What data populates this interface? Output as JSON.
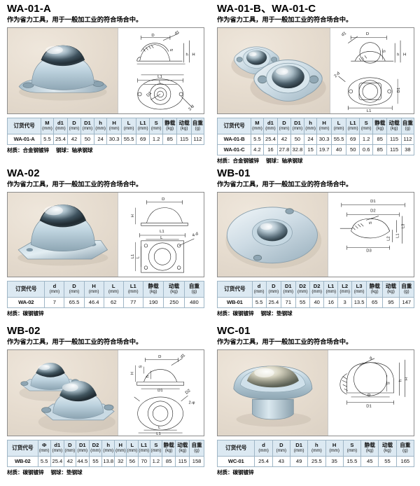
{
  "common": {
    "subtitle": "作为省力工具，用于一般加工业的符合场合中。",
    "order_code_header": "订货代号",
    "unit_mm": "(mm)",
    "unit_kg": "(kg)",
    "unit_g": "(g)",
    "static_load_header": "静载",
    "dynamic_load_header": "动载",
    "weight_header": "自重"
  },
  "sections": [
    {
      "id": "wa-01-a",
      "title": "WA-01-A",
      "subtitle": "作为省力工具，用于一般加工业的符合场合中。",
      "note_material_label": "材质：",
      "note_material_value": "合金钢镀锌",
      "note_ball_label": "钢球：",
      "note_ball_value": "轴承钢球",
      "columns": [
        {
          "name": "订货代号",
          "unit": ""
        },
        {
          "name": "M",
          "unit": "(mm)"
        },
        {
          "name": "d1",
          "unit": "(mm)"
        },
        {
          "name": "D",
          "unit": "(mm)"
        },
        {
          "name": "D1",
          "unit": "(mm)"
        },
        {
          "name": "h",
          "unit": "(mm)"
        },
        {
          "name": "H",
          "unit": "(mm)"
        },
        {
          "name": "L",
          "unit": "(mm)"
        },
        {
          "name": "L1",
          "unit": "(mm)"
        },
        {
          "name": "S",
          "unit": "(mm)"
        },
        {
          "name": "静载",
          "unit": "(kg)"
        },
        {
          "name": "动载",
          "unit": "(kg)"
        },
        {
          "name": "自重",
          "unit": "(g)"
        }
      ],
      "rows": [
        [
          "WA-01-A",
          "5.5",
          "25.4",
          "42",
          "50",
          "24",
          "30.3",
          "55.5",
          "69",
          "1.2",
          "85",
          "115",
          "112"
        ]
      ],
      "col_widths": [
        "17%",
        "6.2%",
        "7.2%",
        "6.6%",
        "6.8%",
        "6.4%",
        "7.4%",
        "7.4%",
        "6.8%",
        "6.6%",
        "7.2%",
        "7.2%",
        "6.4%"
      ],
      "diagram": "dome-flange-oval"
    },
    {
      "id": "wa-01-bc",
      "title": "WA-01-B、WA-01-C",
      "subtitle": "作为省力工具，用于一般加工业的符合场合中。",
      "note_material_label": "材质：",
      "note_material_value": "合金钢镀锌",
      "note_ball_label": "钢球：",
      "note_ball_value": "轴承钢球",
      "columns": [
        {
          "name": "订货代号",
          "unit": ""
        },
        {
          "name": "M",
          "unit": "(mm)"
        },
        {
          "name": "d1",
          "unit": "(mm)"
        },
        {
          "name": "D",
          "unit": "(mm)"
        },
        {
          "name": "D1",
          "unit": "(mm)"
        },
        {
          "name": "h",
          "unit": "(mm)"
        },
        {
          "name": "H",
          "unit": "(mm)"
        },
        {
          "name": "L",
          "unit": "(mm)"
        },
        {
          "name": "L1",
          "unit": "(mm)"
        },
        {
          "name": "S",
          "unit": "(mm)"
        },
        {
          "name": "静载",
          "unit": "(kg)"
        },
        {
          "name": "动载",
          "unit": "(kg)"
        },
        {
          "name": "自重",
          "unit": "(g)"
        }
      ],
      "rows": [
        [
          "WA-01-B",
          "5.5",
          "25.4",
          "42",
          "50",
          "24",
          "30.3",
          "55.5",
          "69",
          "1.2",
          "85",
          "115",
          "112"
        ],
        [
          "WA-01-C",
          "4.2",
          "16",
          "27.8",
          "32.8",
          "15",
          "19.7",
          "40",
          "50",
          "0.6",
          "85",
          "115",
          "38"
        ]
      ],
      "col_widths": [
        "17%",
        "6.2%",
        "7.2%",
        "6.6%",
        "6.8%",
        "6.4%",
        "7.4%",
        "7.4%",
        "6.8%",
        "6.6%",
        "7.2%",
        "7.2%",
        "6.4%"
      ],
      "diagram": "flat-flange-oval"
    },
    {
      "id": "wa-02",
      "title": "WA-02",
      "subtitle": "作为省力工具，用于一般加工业的符合场合中。",
      "note_material_label": "材质：",
      "note_material_value": "碳钢镀锌",
      "note_ball_label": "",
      "note_ball_value": "",
      "columns": [
        {
          "name": "订货代号",
          "unit": ""
        },
        {
          "name": "d",
          "unit": "(mm)"
        },
        {
          "name": "D",
          "unit": "(mm)"
        },
        {
          "name": "H",
          "unit": "(mm)"
        },
        {
          "name": "L",
          "unit": "(mm)"
        },
        {
          "name": "L1",
          "unit": "(mm)"
        },
        {
          "name": "静载",
          "unit": "(kg)"
        },
        {
          "name": "动载",
          "unit": "(kg)"
        },
        {
          "name": "自重",
          "unit": "(g)"
        }
      ],
      "rows": [
        [
          "WA-02",
          "7",
          "65.5",
          "46.4",
          "62",
          "77",
          "190",
          "250",
          "480"
        ]
      ],
      "col_widths": [
        "19%",
        "10%",
        "10%",
        "10%",
        "10%",
        "10%",
        "10.5%",
        "10.5%",
        "10%"
      ],
      "diagram": "dome-square-flange"
    },
    {
      "id": "wb-01",
      "title": "WB-01",
      "subtitle": "作为省力工具，用于一般加工业的符合场合中。",
      "note_material_label": "材质：",
      "note_material_value": "碳钢镀锌",
      "note_ball_label": "钢球：",
      "note_ball_value": "垫钢球",
      "columns": [
        {
          "name": "订货代号",
          "unit": ""
        },
        {
          "name": "d",
          "unit": "(mm)"
        },
        {
          "name": "D",
          "unit": "(mm)"
        },
        {
          "name": "D1",
          "unit": "(mm)"
        },
        {
          "name": "D2",
          "unit": "(mm)"
        },
        {
          "name": "D2",
          "unit": "(mm)"
        },
        {
          "name": "L1",
          "unit": "(mm)"
        },
        {
          "name": "L2",
          "unit": "(mm)"
        },
        {
          "name": "L3",
          "unit": "(mm)"
        },
        {
          "name": "静载",
          "unit": "(kg)"
        },
        {
          "name": "动载",
          "unit": "(kg)"
        },
        {
          "name": "自重",
          "unit": "(g)"
        }
      ],
      "rows": [
        [
          "WB-01",
          "5.5",
          "25.4",
          "71",
          "55",
          "40",
          "16",
          "3",
          "13.5",
          "65",
          "95",
          "147"
        ]
      ],
      "col_widths": [
        "17.5%",
        "7%",
        "7.6%",
        "7.2%",
        "7.2%",
        "7.2%",
        "7%",
        "7%",
        "7.4%",
        "8.2%",
        "8.2%",
        "7.5%"
      ],
      "diagram": "round-plate"
    },
    {
      "id": "wb-02",
      "title": "WB-02",
      "subtitle": "作为省力工具，用于一般加工业的符合场合中。",
      "note_material_label": "材质：",
      "note_material_value": "碳钢镀锌",
      "note_ball_label": "钢球：",
      "note_ball_value": "垫钢球",
      "columns": [
        {
          "name": "订货代号",
          "unit": ""
        },
        {
          "name": "Φ",
          "unit": "(mm)"
        },
        {
          "name": "d1",
          "unit": "(mm)"
        },
        {
          "name": "D",
          "unit": "(mm)"
        },
        {
          "name": "D1",
          "unit": "(mm)"
        },
        {
          "name": "D2",
          "unit": "(mm)"
        },
        {
          "name": "h",
          "unit": "(mm)"
        },
        {
          "name": "H",
          "unit": "(mm)"
        },
        {
          "name": "L",
          "unit": "(mm)"
        },
        {
          "name": "L1",
          "unit": "(mm)"
        },
        {
          "name": "S",
          "unit": "(mm)"
        },
        {
          "name": "静载",
          "unit": "(kg)"
        },
        {
          "name": "动载",
          "unit": "(kg)"
        },
        {
          "name": "自重",
          "unit": "(g)"
        }
      ],
      "rows": [
        [
          "WB-02",
          "5.5",
          "25.4",
          "42",
          "44.5",
          "55",
          "13.8",
          "32",
          "56",
          "70",
          "1.2",
          "85",
          "115",
          "158"
        ]
      ],
      "col_widths": [
        "15.5%",
        "6.5%",
        "6.8%",
        "6%",
        "6.8%",
        "6.5%",
        "6.5%",
        "6%",
        "5.8%",
        "6.2%",
        "6%",
        "7%",
        "7%",
        "7.4%"
      ],
      "diagram": "twin-dome-triangle"
    },
    {
      "id": "wc-01",
      "title": "WC-01",
      "subtitle": "作为省力工具，用于一般加工业的符合场合中。",
      "note_material_label": "材质：",
      "note_material_value": "碳钢镀锌",
      "note_ball_label": "",
      "note_ball_value": "",
      "columns": [
        {
          "name": "订货代号",
          "unit": ""
        },
        {
          "name": "d",
          "unit": "(mm)"
        },
        {
          "name": "D",
          "unit": "(mm)"
        },
        {
          "name": "D1",
          "unit": "(mm)"
        },
        {
          "name": "h",
          "unit": "(mm)"
        },
        {
          "name": "H",
          "unit": "(mm)"
        },
        {
          "name": "S",
          "unit": "(mm)"
        },
        {
          "name": "静载",
          "unit": "(kg)"
        },
        {
          "name": "动载",
          "unit": "(kg)"
        },
        {
          "name": "自重",
          "unit": "(g)"
        }
      ],
      "rows": [
        [
          "WC-01",
          "25.4",
          "43",
          "49",
          "25.5",
          "35",
          "15.5",
          "45",
          "55",
          "165"
        ]
      ],
      "col_widths": [
        "19%",
        "9%",
        "9%",
        "9%",
        "9%",
        "9%",
        "9%",
        "9%",
        "9%",
        "9%"
      ],
      "diagram": "stud-mount"
    }
  ],
  "diagram_labels": {
    "D": "D",
    "D1": "D1",
    "D2": "D2",
    "D3": "D3",
    "L": "L",
    "L1": "L1",
    "L2": "L2",
    "L3": "L3",
    "H": "H",
    "h": "h",
    "S": "S",
    "d": "d",
    "d1": "d1",
    "two_phi": "2-φ",
    "four_phi": "4-φ"
  },
  "colors": {
    "table_header_bg": "#dce9f2",
    "table_border": "#9fb6c6",
    "panel_border": "#8d8d8d",
    "photo_bg": "#e6dccf",
    "metal_light": "#cfe0ea",
    "metal_mid": "#9fb7c6",
    "metal_dark": "#6d8796",
    "text": "#000000"
  }
}
